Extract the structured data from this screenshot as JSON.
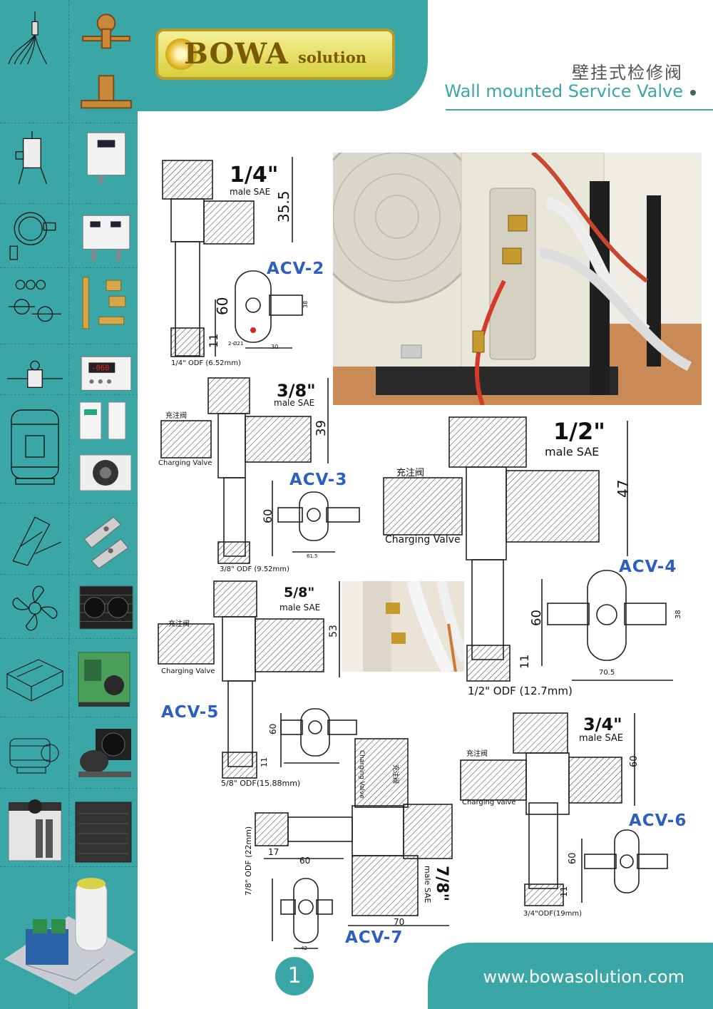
{
  "brand": {
    "name": "BOWA",
    "suffix": "solution"
  },
  "title": {
    "cn": "壁挂式检修阀",
    "en": "Wall mounted Service Valve"
  },
  "valves": [
    {
      "model": "ACV-2",
      "size": "1/4\"",
      "conn": "male SAE",
      "odf": "1/4\" ODF (6.52mm)",
      "dims": [
        "35.5",
        "60",
        "11",
        "38",
        "30",
        "2-Ø21"
      ]
    },
    {
      "model": "ACV-3",
      "size": "3/8\"",
      "conn": "male SAE",
      "odf": "3/8\" ODF (9.52mm)",
      "dims": [
        "39",
        "60",
        "61.5"
      ],
      "charging_cn": "充注阀",
      "charging_en": "Charging Valve"
    },
    {
      "model": "ACV-4",
      "size": "1/2\"",
      "conn": "male SAE",
      "odf": "1/2\" ODF (12.7mm)",
      "dims": [
        "47",
        "60",
        "11",
        "38",
        "70.5"
      ],
      "charging_cn": "充注阀",
      "charging_en": "Charging Valve"
    },
    {
      "model": "ACV-5",
      "size": "5/8\"",
      "conn": "male SAE",
      "odf": "5/8\" ODF(15.88mm)",
      "dims": [
        "53",
        "60",
        "11"
      ],
      "charging_cn": "充注阀",
      "charging_en": "Charging Valve"
    },
    {
      "model": "ACV-6",
      "size": "3/4\"",
      "conn": "male SAE",
      "odf": "3/4\"ODF(19mm)",
      "dims": [
        "60",
        "60",
        "11"
      ],
      "charging_cn": "充注阀",
      "charging_en": "Charging Valve"
    },
    {
      "model": "ACV-7",
      "size": "7/8\"",
      "conn": "male SAE",
      "odf": "7/8\" ODF (22mm)",
      "dims": [
        "17",
        "60",
        "70",
        "42"
      ],
      "charging_cn": "充注阀",
      "charging_en": "Charging Valve"
    }
  ],
  "footer": {
    "website": "www.bowasolution.com",
    "page": "1"
  },
  "colors": {
    "teal": "#3aa6a6",
    "accent_blue": "#2d5fc0",
    "gold": "#b99b2c"
  }
}
